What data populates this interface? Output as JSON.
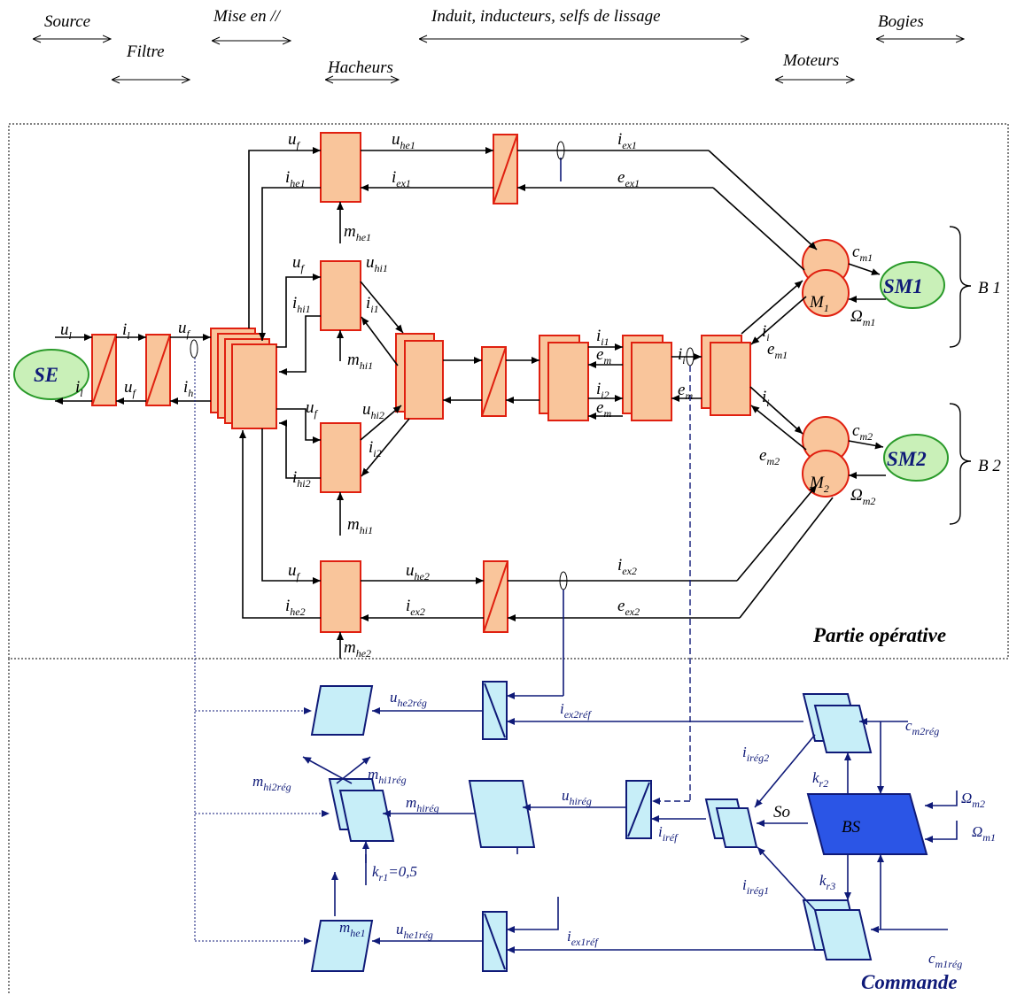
{
  "header": {
    "source": "Source",
    "filtre": "Filtre",
    "mise_en": "Mise en //",
    "hacheurs": "Hacheurs",
    "induit": "Induit, inducteurs, selfs de lissage",
    "moteurs": "Moteurs",
    "bogies": "Bogies"
  },
  "sections": {
    "operative": "Partie opérative",
    "commande": "Commande"
  },
  "nodes": {
    "SE": "SE",
    "SM1": "SM1",
    "SM2": "SM2",
    "M1": "M",
    "M1_sub": "1",
    "M2": "M",
    "M2_sub": "2",
    "BS": "BS",
    "B1": "B 1",
    "B2": "B 2",
    "So": "So"
  },
  "labels": {
    "uf": {
      "b": "u",
      "s": "f"
    },
    "ul": {
      "b": "u",
      "s": "l"
    },
    "il": {
      "b": "i",
      "s": "l"
    },
    "ih": {
      "b": "i",
      "s": "h"
    },
    "uhe1": {
      "b": "u",
      "s": "he1"
    },
    "ihe1": {
      "b": "i",
      "s": "he1"
    },
    "iex1": {
      "b": "i",
      "s": "ex1"
    },
    "eex1": {
      "b": "e",
      "s": "ex1"
    },
    "mhe1": {
      "b": "m",
      "s": "he1"
    },
    "uhi1": {
      "b": "u",
      "s": "hi1"
    },
    "ihi1": {
      "b": "i",
      "s": "hi1"
    },
    "ii1": {
      "b": "i",
      "s": "i1"
    },
    "mhi1": {
      "b": "m",
      "s": "hi1"
    },
    "uhi2": {
      "b": "u",
      "s": "hi2"
    },
    "ihi2": {
      "b": "i",
      "s": "hi2"
    },
    "ii2": {
      "b": "i",
      "s": "i2"
    },
    "u": "u",
    "i": "i",
    "e": "e",
    "ii": {
      "b": "i",
      "s": "i"
    },
    "em": {
      "b": "e",
      "s": "m"
    },
    "cm1": {
      "b": "c",
      "s": "m1"
    },
    "Om1": {
      "b": "Ω",
      "s": "m1"
    },
    "em1": {
      "b": "e",
      "s": "m1"
    },
    "cm2": {
      "b": "c",
      "s": "m2"
    },
    "Om2": {
      "b": "Ω",
      "s": "m2"
    },
    "em2": {
      "b": "e",
      "s": "m2"
    },
    "uhe2": {
      "b": "u",
      "s": "he2"
    },
    "ihe2": {
      "b": "i",
      "s": "he2"
    },
    "iex2": {
      "b": "i",
      "s": "ex2"
    },
    "eex2": {
      "b": "e",
      "s": "ex2"
    },
    "mhe2": {
      "b": "m",
      "s": "he2"
    }
  },
  "command": {
    "uhe2reg": {
      "b": "u",
      "s": "he2rég"
    },
    "iex2ref": {
      "b": "i",
      "s": "ex2réf"
    },
    "cm2reg": {
      "b": "c",
      "s": "m2rég"
    },
    "iireg2": {
      "b": "i",
      "s": "irég2"
    },
    "kr2": {
      "b": "k",
      "s": "r2"
    },
    "Om2": {
      "b": "Ω",
      "s": "m2"
    },
    "Om1": {
      "b": "Ω",
      "s": "m1"
    },
    "mhi2reg": {
      "b": "m",
      "s": "hi2rég"
    },
    "mhi1reg": {
      "b": "m",
      "s": "hi1rég"
    },
    "mhireg": {
      "b": "m",
      "s": "hirég"
    },
    "uhireg": {
      "b": "u",
      "s": "hirég"
    },
    "iiref": {
      "b": "i",
      "s": "iréf"
    },
    "kr1": {
      "b": "k",
      "s": "r1",
      "t": "=0,5"
    },
    "iireg1": {
      "b": "i",
      "s": "irég1"
    },
    "kr3": {
      "b": "k",
      "s": "r3"
    },
    "mhe1": {
      "b": "m",
      "s": "he1"
    },
    "uhe1reg": {
      "b": "u",
      "s": "he1rég"
    },
    "iex1ref": {
      "b": "i",
      "s": "ex1réf"
    },
    "cm1reg": {
      "b": "c",
      "s": "m1rég"
    }
  },
  "colors": {
    "block_fill": "#f9c59b",
    "block_stroke": "#e02010",
    "ctrl_fill": "#c7eef8",
    "ctrl_stroke": "#0f1a78",
    "bs_fill": "#2b55e6",
    "sm_fill": "#c9f0b8",
    "sm_stroke": "#2a9a2a"
  }
}
